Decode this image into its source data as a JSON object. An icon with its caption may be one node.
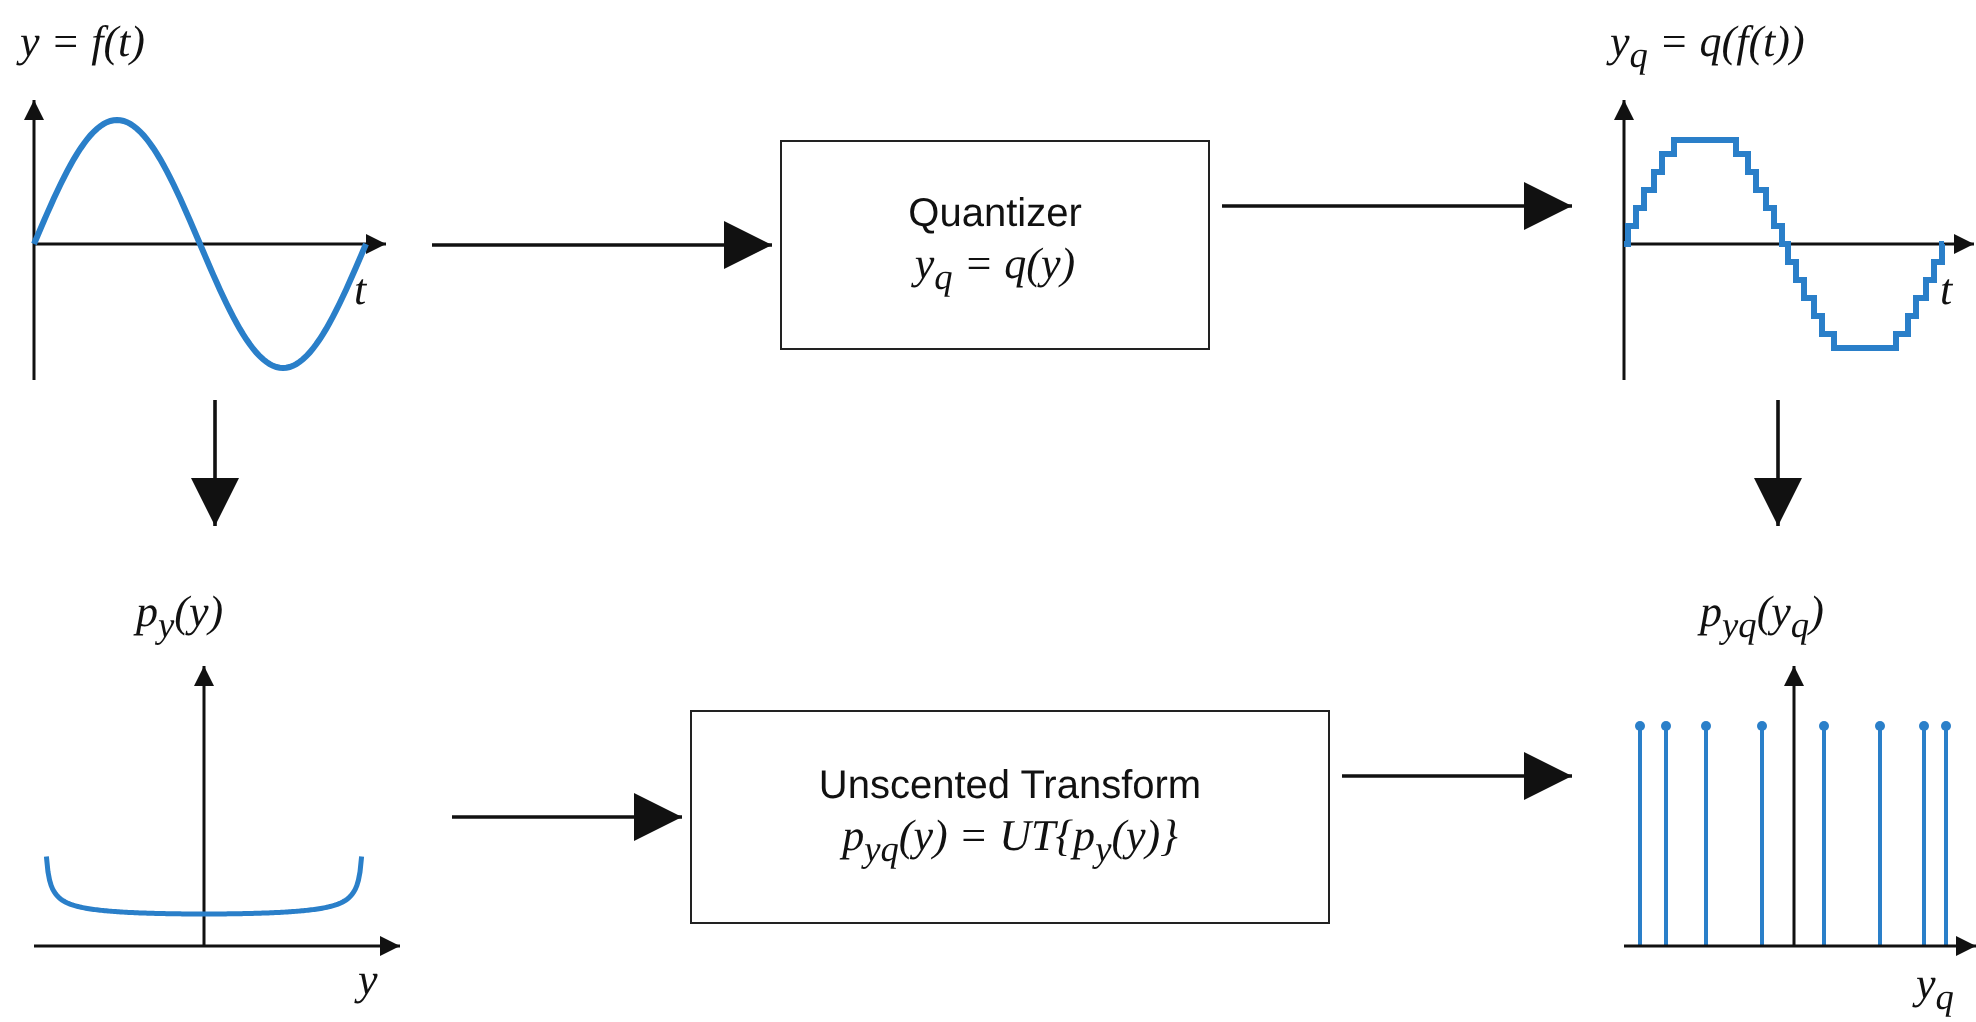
{
  "diagram": {
    "nodes": [
      {
        "text": [
          "y = f(t)",
          "t"
        ]
      },
      {
        "text": [
          "Quantizer",
          "y$_{q}$ = q(y)"
        ]
      },
      {
        "text": [
          "y$_{q}$ = q(f(t))",
          "t"
        ]
      },
      {
        "text": [
          "p$_{y}$(y)",
          "y"
        ]
      },
      {
        "text": [
          "Unscented Transform",
          "p$_{yq}$(y) = UT{p$_{y}$(y)}"
        ]
      },
      {
        "text": [
          "p$_{yq}$(y$_{q}$)",
          "y$_{q}$"
        ]
      }
    ],
    "edges": [
      {
        "from": 0,
        "to": 1,
        "arrow": "to"
      },
      {
        "from": 1,
        "to": 2,
        "arrow": "to"
      },
      {
        "from": 0,
        "to": 3,
        "arrow": "to"
      },
      {
        "from": 2,
        "to": 5,
        "arrow": "to"
      },
      {
        "from": 3,
        "to": 4,
        "arrow": "to"
      },
      {
        "from": 4,
        "to": 5,
        "arrow": "to"
      }
    ]
  }
}
